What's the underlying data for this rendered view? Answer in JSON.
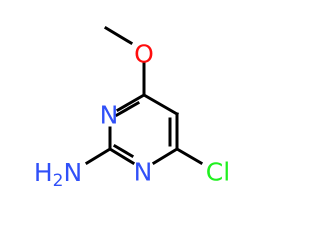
{
  "molecule": {
    "atoms": {
      "oxygen": {
        "symbol": "O",
        "color": "#ff0d0d"
      },
      "nitrogen_top": {
        "symbol": "N",
        "color": "#3050f8"
      },
      "nitrogen_bottom": {
        "symbol": "N",
        "color": "#3050f8"
      },
      "chlorine": {
        "symbol": "Cl",
        "color": "#1ff01f"
      },
      "amine": {
        "prefix": "H",
        "subscript": "2",
        "suffix": "N",
        "color": "#3050f8"
      }
    },
    "bond_color": "#000000"
  }
}
